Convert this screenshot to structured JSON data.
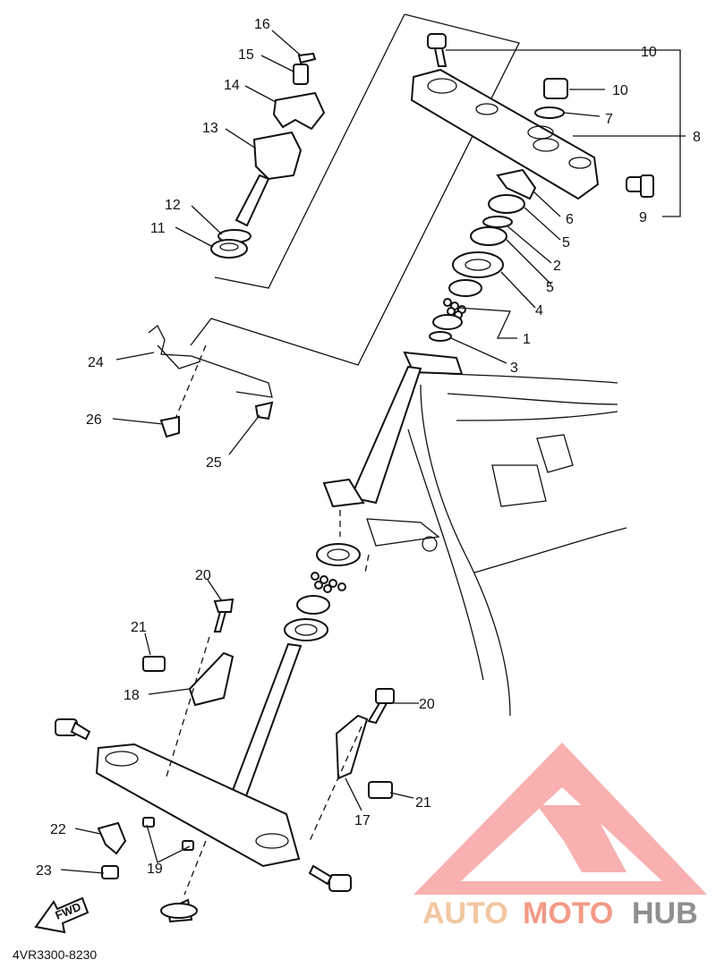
{
  "diagram": {
    "callouts": [
      {
        "id": "c16",
        "label": "16"
      },
      {
        "id": "c15",
        "label": "15"
      },
      {
        "id": "c14",
        "label": "14"
      },
      {
        "id": "c13",
        "label": "13"
      },
      {
        "id": "c12",
        "label": "12"
      },
      {
        "id": "c11",
        "label": "11"
      },
      {
        "id": "c10a",
        "label": "10"
      },
      {
        "id": "c10b",
        "label": "10"
      },
      {
        "id": "c7",
        "label": "7"
      },
      {
        "id": "c8",
        "label": "8"
      },
      {
        "id": "c9",
        "label": "9"
      },
      {
        "id": "c6",
        "label": "6"
      },
      {
        "id": "c5a",
        "label": "5"
      },
      {
        "id": "c2",
        "label": "2"
      },
      {
        "id": "c5b",
        "label": "5"
      },
      {
        "id": "c4",
        "label": "4"
      },
      {
        "id": "c1",
        "label": "1"
      },
      {
        "id": "c3",
        "label": "3"
      },
      {
        "id": "c24",
        "label": "24"
      },
      {
        "id": "c26",
        "label": "26"
      },
      {
        "id": "c25",
        "label": "25"
      },
      {
        "id": "c20a",
        "label": "20"
      },
      {
        "id": "c21a",
        "label": "21"
      },
      {
        "id": "c18",
        "label": "18"
      },
      {
        "id": "c20b",
        "label": "20"
      },
      {
        "id": "c17",
        "label": "17"
      },
      {
        "id": "c21b",
        "label": "21"
      },
      {
        "id": "c22",
        "label": "22"
      },
      {
        "id": "c19",
        "label": "19"
      },
      {
        "id": "c23",
        "label": "23"
      }
    ],
    "part_code": "4VR3300-8230",
    "fwd_label": "FWD"
  },
  "watermark": {
    "word1": "AUTO",
    "word2": "MOTO",
    "word3": "HUB",
    "colors": {
      "logo": "#f7a3a3",
      "auto": "#f2c7a0",
      "moto": "#f29a86",
      "hub": "#8f8f8f"
    }
  }
}
